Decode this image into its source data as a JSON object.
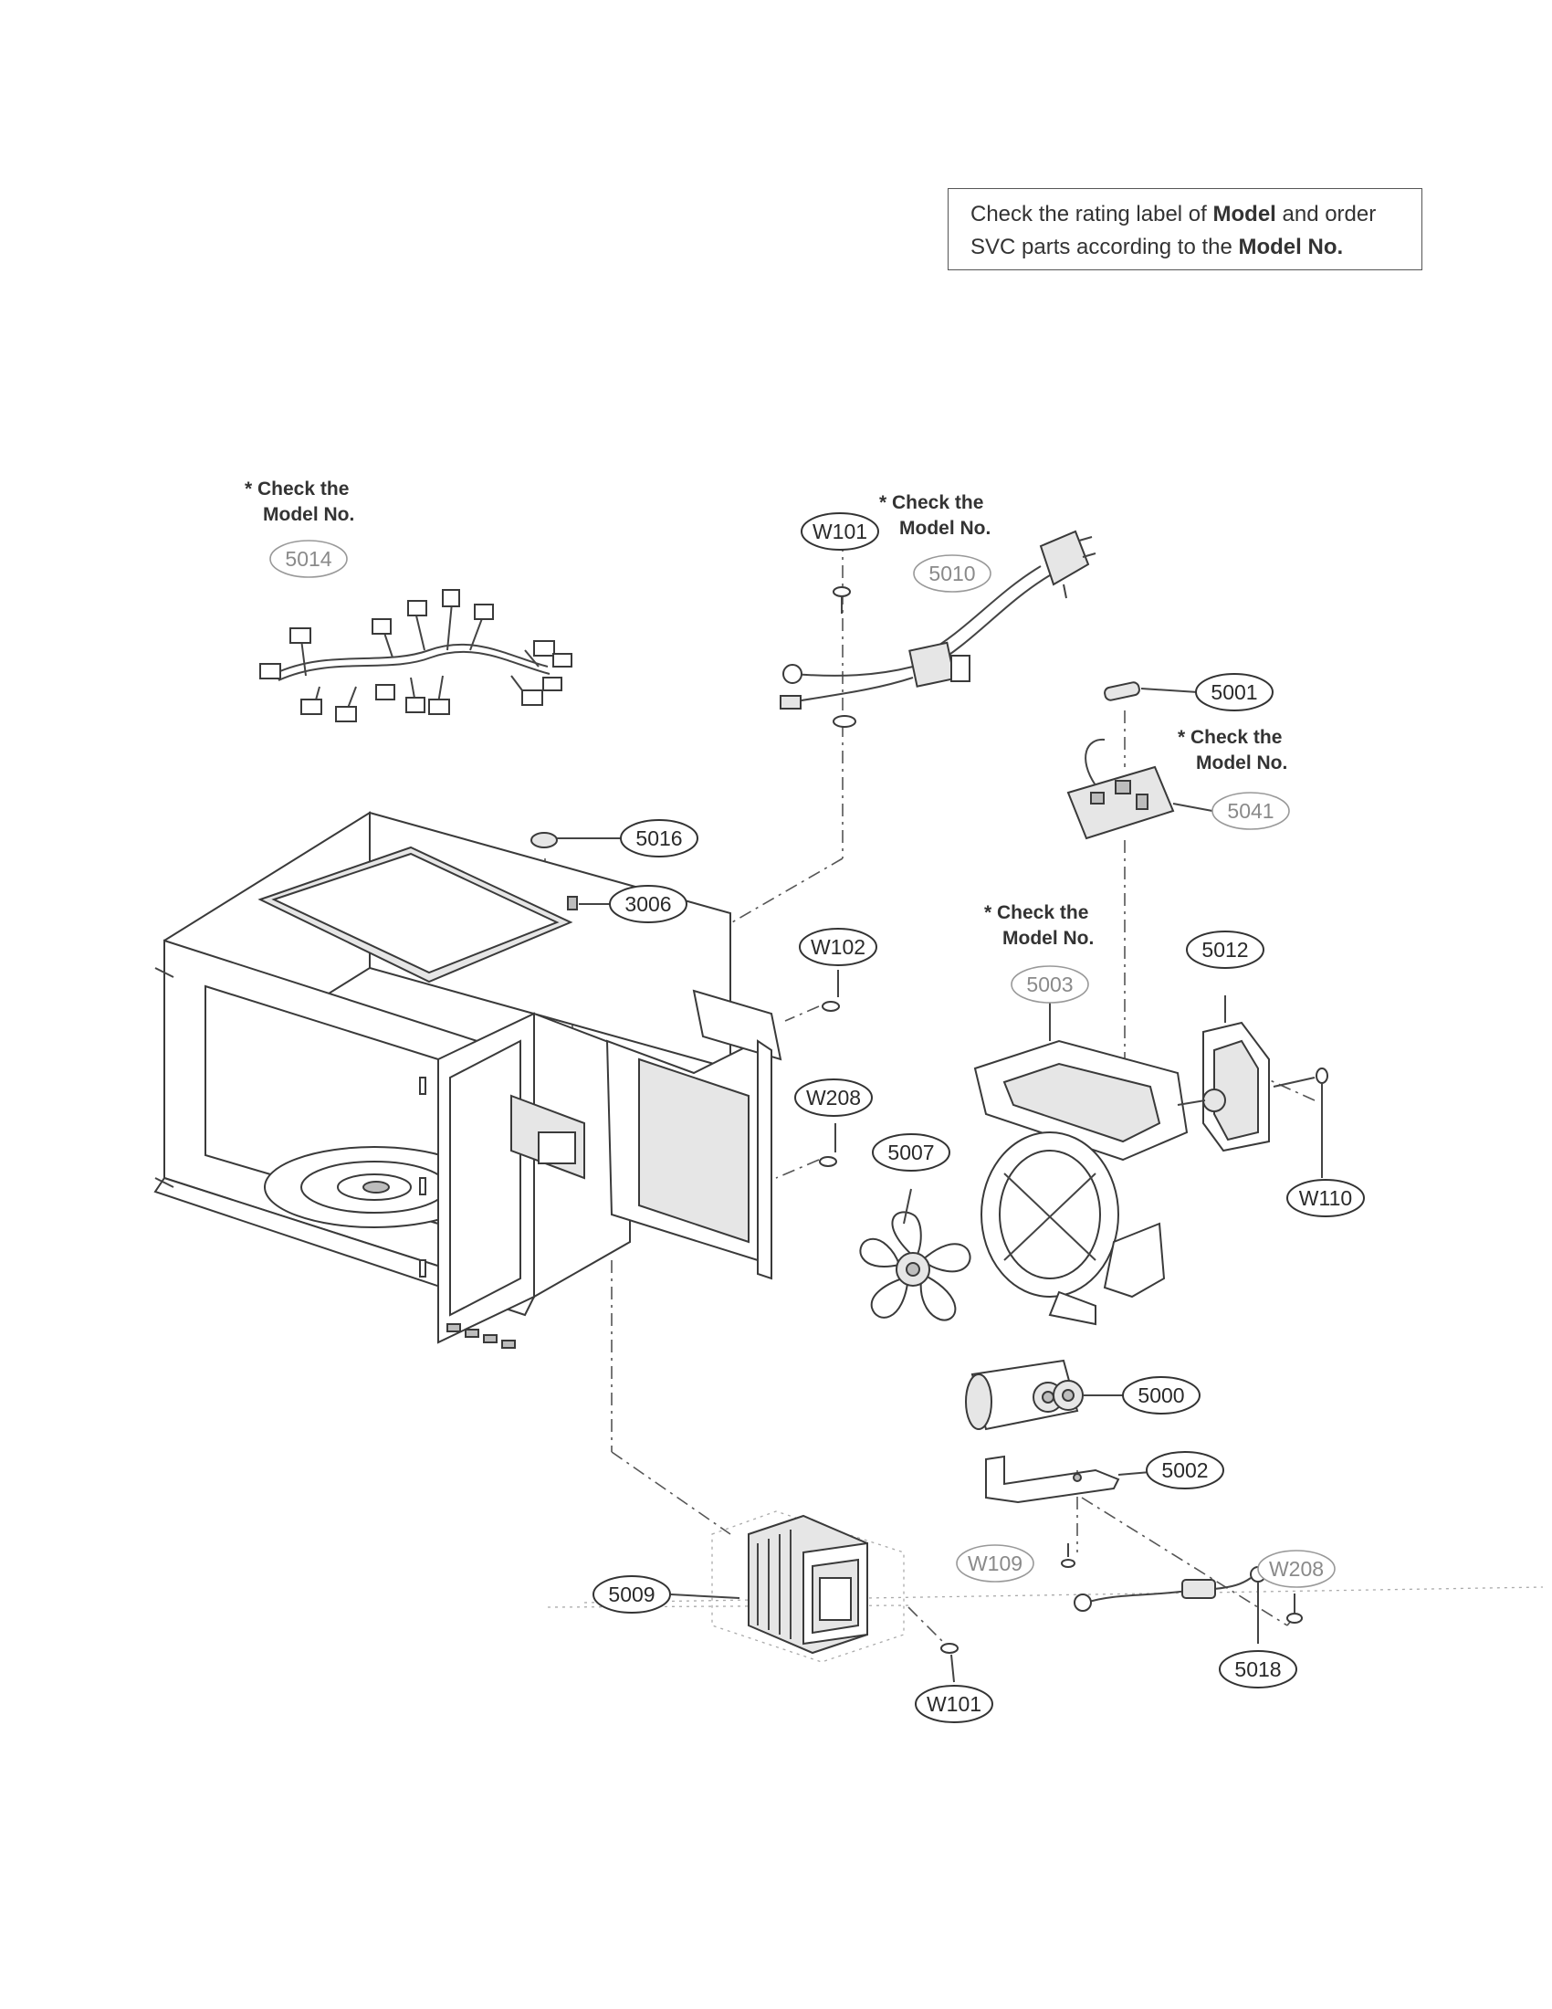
{
  "notice": {
    "line1_pre": "Check the rating label of ",
    "line1_bold": "Model",
    "line1_post": " and order",
    "line2_pre": "SVC parts according to the ",
    "line2_bold": "Model No."
  },
  "notes": {
    "check_the": "* Check the",
    "model_no": "Model No."
  },
  "callouts": [
    {
      "id": "c5014",
      "label": "5014",
      "faint": true
    },
    {
      "id": "cW101a",
      "label": "W101",
      "faint": false
    },
    {
      "id": "c5010",
      "label": "5010",
      "faint": true
    },
    {
      "id": "c5001",
      "label": "5001",
      "faint": false
    },
    {
      "id": "c5041",
      "label": "5041",
      "faint": true
    },
    {
      "id": "c5016",
      "label": "5016",
      "faint": false
    },
    {
      "id": "c3006",
      "label": "3006",
      "faint": false
    },
    {
      "id": "cW102",
      "label": "W102",
      "faint": false
    },
    {
      "id": "c5003",
      "label": "5003",
      "faint": true
    },
    {
      "id": "c5012",
      "label": "5012",
      "faint": false
    },
    {
      "id": "cW208a",
      "label": "W208",
      "faint": false
    },
    {
      "id": "c5007",
      "label": "5007",
      "faint": false
    },
    {
      "id": "cW110",
      "label": "W110",
      "faint": false
    },
    {
      "id": "c5000",
      "label": "5000",
      "faint": false
    },
    {
      "id": "c5002",
      "label": "5002",
      "faint": false
    },
    {
      "id": "cW109",
      "label": "W109",
      "faint": true
    },
    {
      "id": "cW208b",
      "label": "W208",
      "faint": true
    },
    {
      "id": "c5009",
      "label": "5009",
      "faint": false
    },
    {
      "id": "c5018",
      "label": "5018",
      "faint": false
    },
    {
      "id": "cW101b",
      "label": "W101",
      "faint": false
    }
  ]
}
